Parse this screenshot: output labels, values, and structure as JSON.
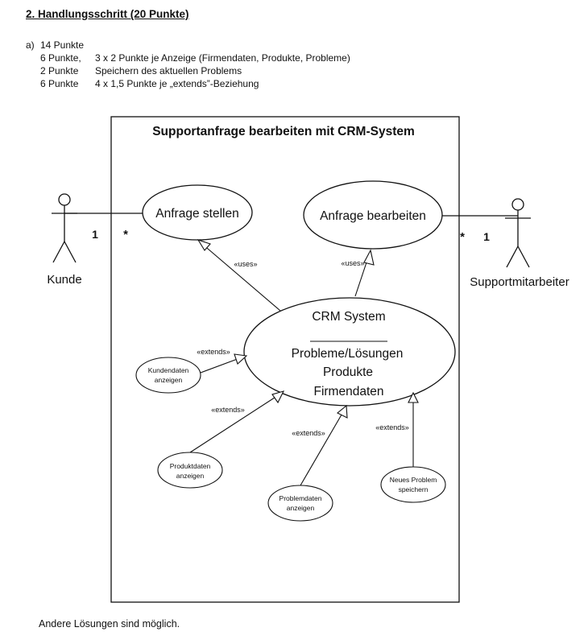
{
  "heading": "2. Handlungsschritt (20 Punkte)",
  "scoring": [
    {
      "label": "a)",
      "points": "14 Punkte",
      "text": ""
    },
    {
      "label": "",
      "points": "6 Punkte,",
      "text": "3 x 2 Punkte je Anzeige (Firmendaten, Produkte, Probleme)"
    },
    {
      "label": "",
      "points": "2 Punkte",
      "text": "Speichern des aktuellen Problems"
    },
    {
      "label": "",
      "points": "6 Punkte",
      "text": "4 x 1,5 Punkte je „extends”-Beziehung"
    }
  ],
  "diagram": {
    "system_title": "Supportanfrage bearbeiten mit CRM-System",
    "actors": {
      "kunde": "Kunde",
      "supportmitarbeiter": "Supportmitarbeiter"
    },
    "multiplicity": {
      "kunde_one": "1",
      "kunde_many": "*",
      "support_many": "*",
      "support_one": "1"
    },
    "use_cases": {
      "anfrage_stellen": "Anfrage stellen",
      "anfrage_bearbeiten": "Anfrage bearbeiten",
      "crm_name": "CRM System",
      "crm_items": [
        "Probleme/Lösungen",
        "Produkte",
        "Firmendaten"
      ],
      "kundendaten": [
        "Kundendaten",
        "anzeigen"
      ],
      "produktdaten": [
        "Produktdaten",
        "anzeigen"
      ],
      "problemdaten": [
        "Problemdaten",
        "anzeigen"
      ],
      "neues_problem": [
        "Neues Problem",
        "speichern"
      ]
    },
    "relations": {
      "uses": "«uses»",
      "extends": "«extends»"
    }
  },
  "footer": "Andere Lösungen sind möglich."
}
